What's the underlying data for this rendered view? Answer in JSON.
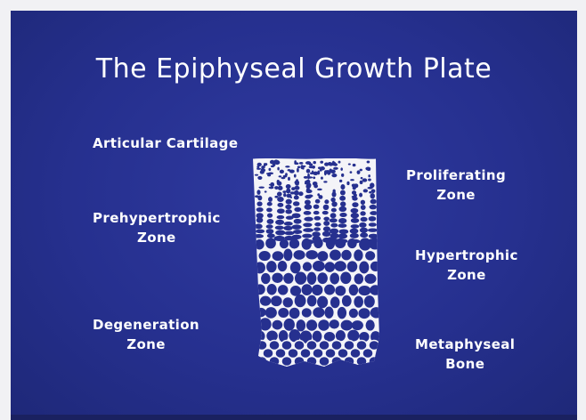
{
  "slide": {
    "title": "The Epiphyseal Growth Plate",
    "labels": {
      "articular_cartilage": "Articular Cartilage",
      "prehypertrophic": [
        "Prehypertrophic",
        "Zone"
      ],
      "degeneration": [
        "Degeneration",
        "Zone"
      ],
      "proliferating": [
        "Proliferating",
        "Zone"
      ],
      "hypertrophic": [
        "Hypertrophic",
        "Zone"
      ],
      "metaphyseal": [
        "Metaphyseal",
        "Bone"
      ]
    }
  },
  "colors": {
    "background": "#26308f",
    "text": "#ffffff",
    "cells": "#26308f",
    "matrix": "#f4f4f8"
  }
}
